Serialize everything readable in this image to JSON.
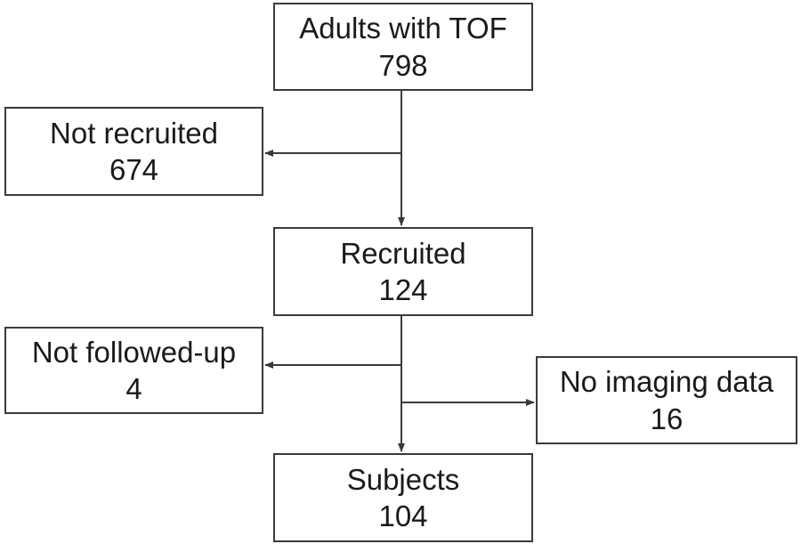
{
  "boxes": {
    "start": {
      "label": "Adults with TOF",
      "count": "798"
    },
    "not_recruited": {
      "label": "Not recruited",
      "count": "674"
    },
    "recruited": {
      "label": "Recruited",
      "count": "124"
    },
    "not_followed_up": {
      "label": "Not followed-up",
      "count": "4"
    },
    "no_imaging": {
      "label": "No imaging data",
      "count": "16"
    },
    "subjects": {
      "label": "Subjects",
      "count": "104"
    }
  },
  "colors": {
    "line": "#3a3a3a",
    "text": "#1a1a1a",
    "background": "#ffffff"
  }
}
